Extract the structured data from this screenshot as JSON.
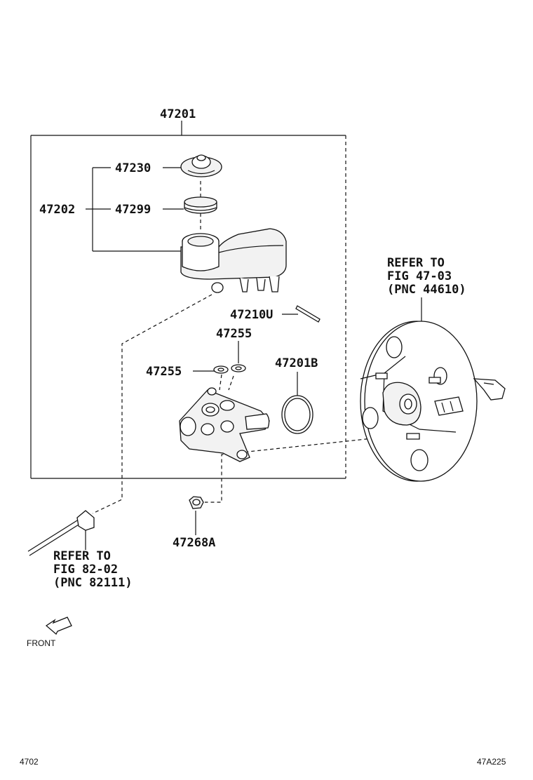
{
  "labels": {
    "assembly": "47201",
    "cap": "47230",
    "sub_assembly": "47202",
    "strainer": "47299",
    "pin": "47210U",
    "gasket_top": "47255",
    "gasket_left": "47255",
    "oring": "47201B",
    "nut": "47268A"
  },
  "refer_booster": {
    "line1": "REFER TO",
    "line2": "FIG 47-03",
    "line3": "(PNC 44610)"
  },
  "refer_brake_line": {
    "line1": "REFER TO",
    "line2": "FIG 82-02",
    "line3": "(PNC 82111)"
  },
  "front_label": "FRONT",
  "footer": {
    "left": "4702",
    "right": "47A225"
  }
}
